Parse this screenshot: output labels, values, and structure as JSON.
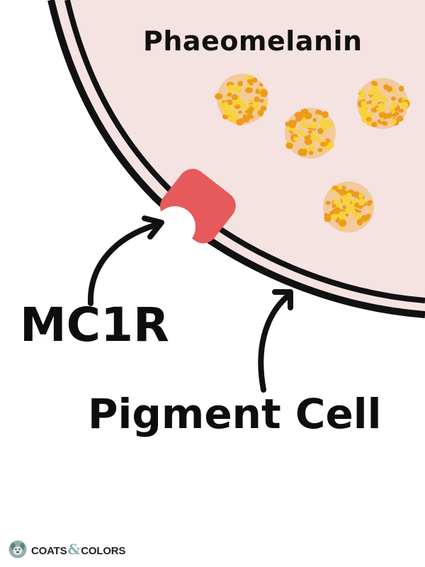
{
  "title": "Phaeomelanin",
  "labels": {
    "receptor": "MC1R",
    "cell": "Pigment Cell"
  },
  "brand": {
    "name_part1": "COATS",
    "ampersand": "&",
    "name_part2": "COLORS",
    "icon": "dog-face-icon"
  },
  "colors": {
    "cell_fill": "#f5e3e2",
    "membrane": "#111111",
    "receptor": "#e65a5c",
    "pigment_light": "#f7d23a",
    "pigment_dark": "#ee9b1a",
    "brand_accent": "#8fb0ad"
  },
  "pigment_granule_count": 4
}
